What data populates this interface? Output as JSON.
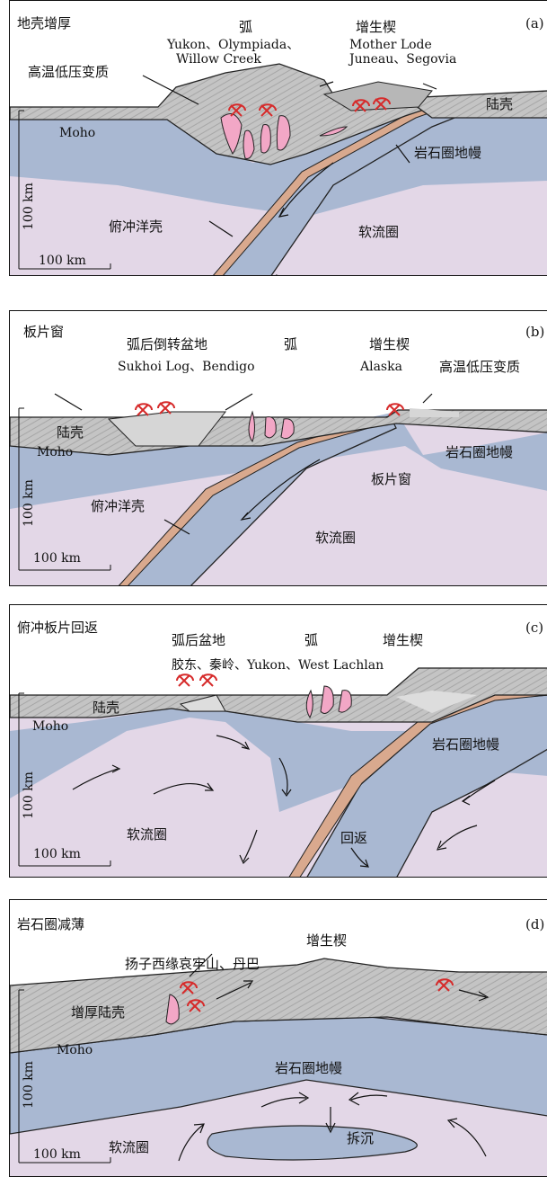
{
  "panels": {
    "a": {
      "label": "(a)",
      "stage": "地壳增厚",
      "arc": "弧",
      "arc_deposits_1": "Yukon、Olympiada、",
      "arc_deposits_2": "Willow Creek",
      "wedge": "增生楔",
      "wedge_deposits_1": "Mother Lode",
      "wedge_deposits_2": "Juneau、Segovia",
      "htlp": "高温低压变质",
      "crust": "陆壳",
      "moho": "Moho",
      "litho": "岩石圈地幔",
      "slab": "俯冲洋壳",
      "astheno": "软流圈",
      "depth": "100 km",
      "scale": "100 km"
    },
    "b": {
      "label": "(b)",
      "stage": "板片窗",
      "backarc": "弧后倒转盆地",
      "arc": "弧",
      "wedge": "增生楔",
      "backarc_deposits": "Sukhoi Log、Bendigo",
      "wedge_deposits": "Alaska",
      "htlp": "高温低压变质",
      "crust": "陆壳",
      "moho": "Moho",
      "litho": "岩石圈地幔",
      "window": "板片窗",
      "slab": "俯冲洋壳",
      "astheno": "软流圈",
      "depth": "100 km",
      "scale": "100 km"
    },
    "c": {
      "label": "(c)",
      "stage": "俯冲板片回返",
      "backarc": "弧后盆地",
      "arc": "弧",
      "wedge": "增生楔",
      "deposits": "胶东、秦岭、Yukon、West Lachlan",
      "crust": "陆壳",
      "moho": "Moho",
      "litho": "岩石圈地幔",
      "astheno": "软流圈",
      "rollback": "回返",
      "depth": "100 km",
      "scale": "100 km"
    },
    "d": {
      "label": "(d)",
      "stage": "岩石圈减薄",
      "wedge": "增生楔",
      "deposits": "扬子西缘哀牢山、丹巴",
      "crust": "增厚陆壳",
      "moho": "Moho",
      "litho": "岩石圈地幔",
      "astheno": "软流圈",
      "delam": "拆沉",
      "depth": "100 km",
      "scale": "100 km"
    }
  },
  "colors": {
    "crust": "#c9c9c9",
    "mantle": "#a9b8d2",
    "asthenosphere": "#e3d7e7",
    "oceanic_crust": "#d9a98e",
    "intrusion": "#f2a7c6",
    "deposit": "#d62a2a"
  }
}
